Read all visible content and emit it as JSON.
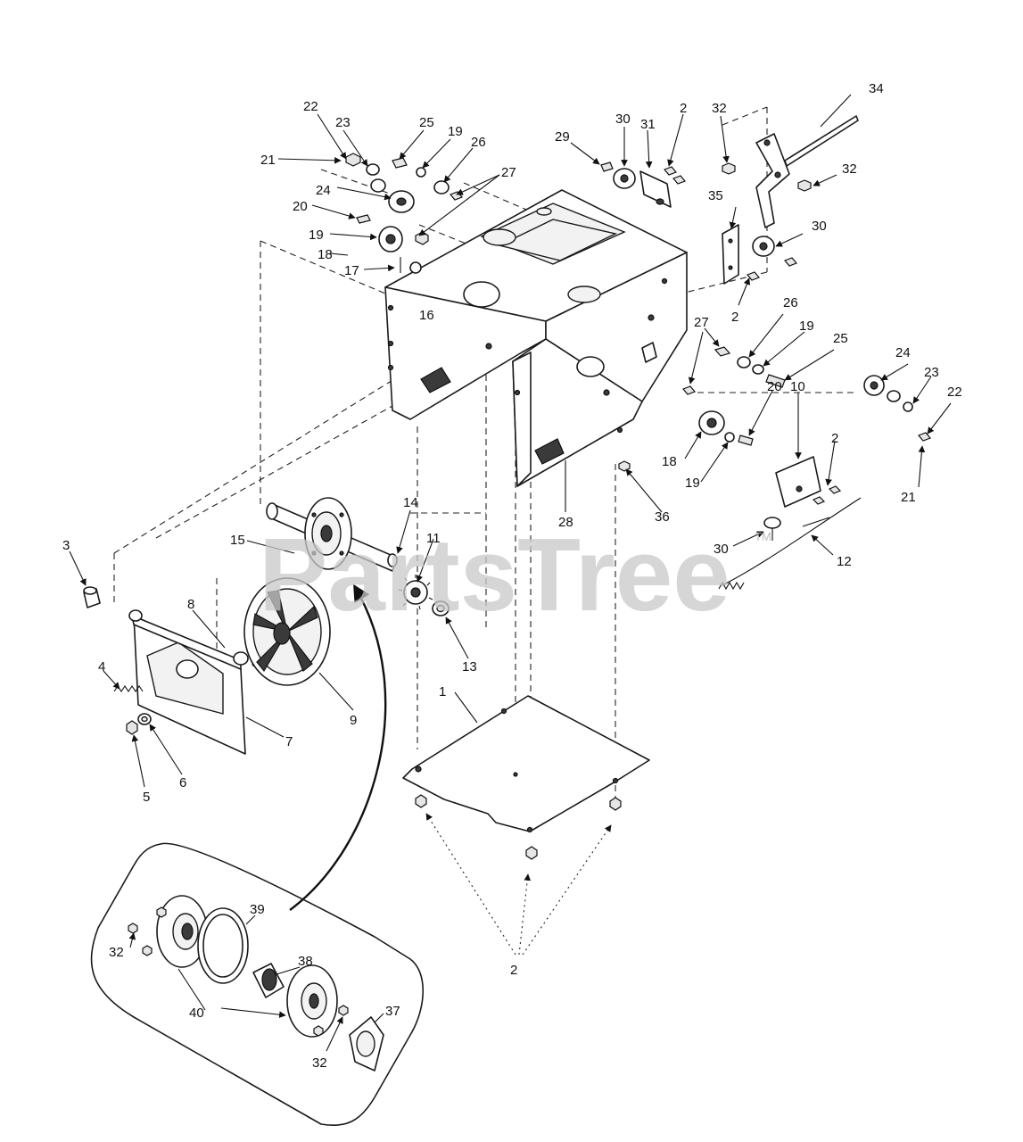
{
  "watermark": {
    "brand": "PartsTree",
    "trademark": "TM"
  },
  "callouts": [
    {
      "id": "c1",
      "label": "1"
    },
    {
      "id": "c2a",
      "label": "2"
    },
    {
      "id": "c2b",
      "label": "2"
    },
    {
      "id": "c2c",
      "label": "2"
    },
    {
      "id": "c2d",
      "label": "2"
    },
    {
      "id": "c3",
      "label": "3"
    },
    {
      "id": "c4",
      "label": "4"
    },
    {
      "id": "c5",
      "label": "5"
    },
    {
      "id": "c6",
      "label": "6"
    },
    {
      "id": "c7",
      "label": "7"
    },
    {
      "id": "c8",
      "label": "8"
    },
    {
      "id": "c9",
      "label": "9"
    },
    {
      "id": "c10",
      "label": "10"
    },
    {
      "id": "c11",
      "label": "11"
    },
    {
      "id": "c12",
      "label": "12"
    },
    {
      "id": "c13",
      "label": "13"
    },
    {
      "id": "c14",
      "label": "14"
    },
    {
      "id": "c15",
      "label": "15"
    },
    {
      "id": "c16",
      "label": "16"
    },
    {
      "id": "c17",
      "label": "17"
    },
    {
      "id": "c18a",
      "label": "18"
    },
    {
      "id": "c18b",
      "label": "18"
    },
    {
      "id": "c19a",
      "label": "19"
    },
    {
      "id": "c19b",
      "label": "19"
    },
    {
      "id": "c19c",
      "label": "19"
    },
    {
      "id": "c19d",
      "label": "19"
    },
    {
      "id": "c20a",
      "label": "20"
    },
    {
      "id": "c20b",
      "label": "20"
    },
    {
      "id": "c21a",
      "label": "21"
    },
    {
      "id": "c21b",
      "label": "21"
    },
    {
      "id": "c22a",
      "label": "22"
    },
    {
      "id": "c22b",
      "label": "22"
    },
    {
      "id": "c23a",
      "label": "23"
    },
    {
      "id": "c23b",
      "label": "23"
    },
    {
      "id": "c24a",
      "label": "24"
    },
    {
      "id": "c24b",
      "label": "24"
    },
    {
      "id": "c25a",
      "label": "25"
    },
    {
      "id": "c25b",
      "label": "25"
    },
    {
      "id": "c26a",
      "label": "26"
    },
    {
      "id": "c26b",
      "label": "26"
    },
    {
      "id": "c27a",
      "label": "27"
    },
    {
      "id": "c27b",
      "label": "27"
    },
    {
      "id": "c28",
      "label": "28"
    },
    {
      "id": "c29",
      "label": "29"
    },
    {
      "id": "c30a",
      "label": "30"
    },
    {
      "id": "c30b",
      "label": "30"
    },
    {
      "id": "c30c",
      "label": "30"
    },
    {
      "id": "c31",
      "label": "31"
    },
    {
      "id": "c32a",
      "label": "32"
    },
    {
      "id": "c32b",
      "label": "32"
    },
    {
      "id": "c32c",
      "label": "32"
    },
    {
      "id": "c32d",
      "label": "32"
    },
    {
      "id": "c34",
      "label": "34"
    },
    {
      "id": "c35",
      "label": "35"
    },
    {
      "id": "c36",
      "label": "36"
    },
    {
      "id": "c37",
      "label": "37"
    },
    {
      "id": "c38",
      "label": "38"
    },
    {
      "id": "c39",
      "label": "39"
    },
    {
      "id": "c40",
      "label": "40"
    }
  ]
}
